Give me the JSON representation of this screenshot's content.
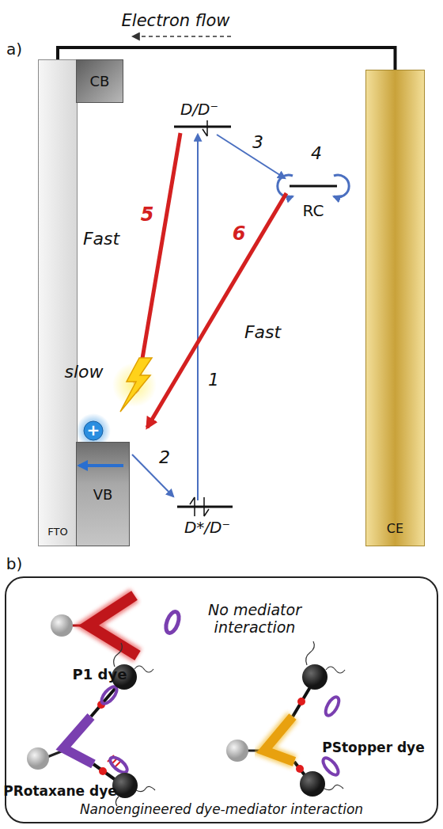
{
  "diagram": {
    "nodes": [
      {
        "text": [
          "FTO"
        ]
      },
      {
        "text": [
          "CB"
        ]
      },
      {
        "text": [
          "VB"
        ]
      },
      {
        "text": [
          "CE"
        ]
      },
      {
        "text": [
          "Nanoengineered dye-mediator interaction"
        ]
      }
    ],
    "edges": [
      {
        "from": 0,
        "to": 3,
        "arrow": "none"
      }
    ],
    "labels": [
      "a)",
      "Electron flow",
      "D/D⁻",
      "3",
      "4",
      "RC",
      "5",
      "Fast",
      "slow",
      "6",
      "Fast",
      "1",
      "2",
      "D*/D⁻",
      "+",
      "b)",
      "P1 dye",
      "No mediator interaction",
      "PRotaxane dye",
      "PStopper dye"
    ]
  }
}
